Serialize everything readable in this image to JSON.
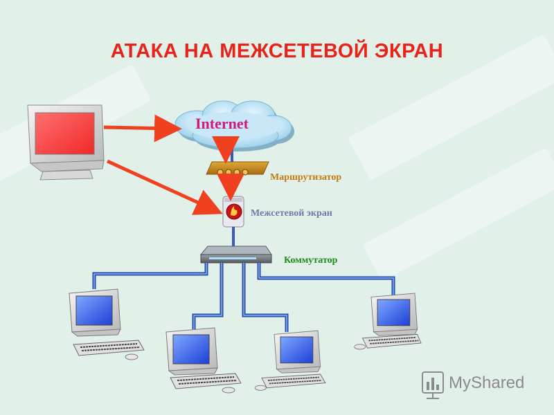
{
  "title": "АТАКА НА МЕЖСЕТЕВОЙ ЭКРАН",
  "nodes": {
    "internet": "Internet",
    "router": "Маршрутизатор",
    "firewall": "Межсетевой экран",
    "switch": "Коммутатор"
  },
  "brand": "MyShared",
  "colors": {
    "title": "#e8241a",
    "attack_arrow": "#ef4020",
    "cloud": "#a8d8ee",
    "router": "#c88a1c",
    "switch_label": "#1c8a1c",
    "firewall_label": "#6a7aa8",
    "router_label": "#c47a10",
    "cable": "#1e4fb0"
  }
}
